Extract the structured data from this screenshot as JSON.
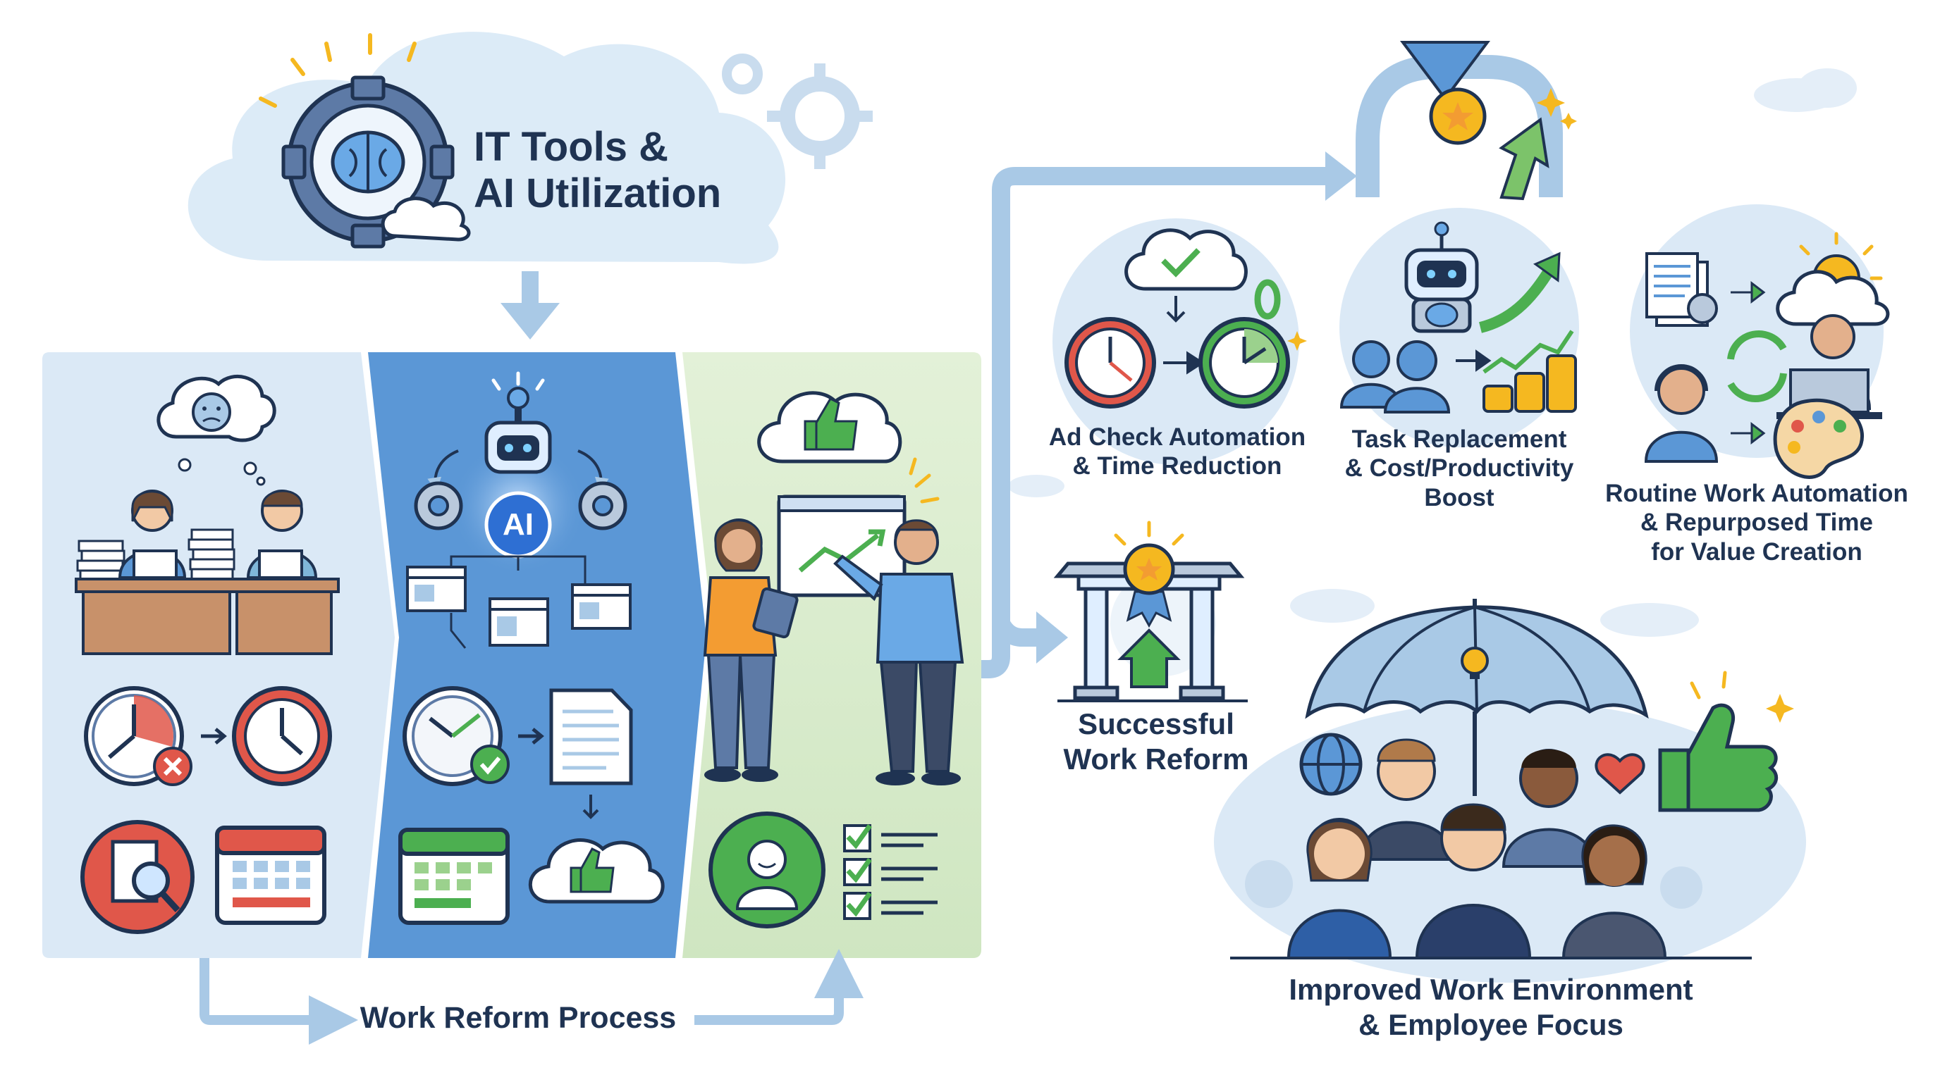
{
  "source": {
    "title_lines": [
      "IT Tools &",
      "AI Utilization"
    ]
  },
  "process": {
    "label": "Work Reform Process",
    "ai_badge": "AI"
  },
  "outcomes": {
    "ad_check": [
      "Ad Check Automation",
      "& Time Reduction"
    ],
    "task_replacement": [
      "Task Replacement",
      "& Cost/Productivity",
      "Boost"
    ],
    "routine_work": [
      "Routine Work Automation",
      "& Repurposed Time",
      "for Value Creation"
    ],
    "success": [
      "Successful",
      "Work Reform"
    ],
    "environment": [
      "Improved Work Environment",
      "& Employee Focus"
    ]
  },
  "colors": {
    "navy": "#1f3352",
    "panel_light": "#d9e8f5",
    "panel_blue": "#5b97d6",
    "panel_green": "#d8ebcd",
    "accent_green": "#4caf50",
    "accent_red": "#e0574a",
    "accent_orange": "#f39c32",
    "gold": "#f5b820",
    "arrow_blue": "#a9c9e6"
  }
}
